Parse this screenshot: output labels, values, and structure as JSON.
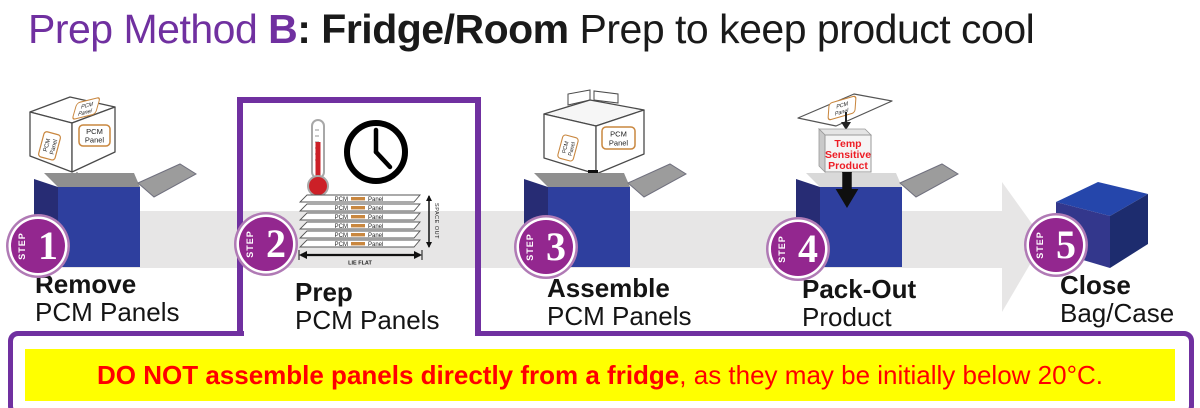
{
  "title": {
    "prefix": "Prep Method ",
    "emphasis": "B",
    "colon": ": ",
    "method": "Fridge/Room",
    "suffix": " Prep to keep product cool"
  },
  "steps": [
    {
      "badge": "STEP",
      "number": "1",
      "action": "Remove",
      "target": "PCM Panels"
    },
    {
      "badge": "STEP",
      "number": "2",
      "action": "Prep",
      "target": "PCM Panels"
    },
    {
      "badge": "STEP",
      "number": "3",
      "action": "Assemble",
      "target": "PCM Panels"
    },
    {
      "badge": "STEP",
      "number": "4",
      "action": "Pack-Out",
      "target": "Product"
    },
    {
      "badge": "STEP",
      "number": "5",
      "action": "Close",
      "target": "Bag/Case"
    }
  ],
  "icons": {
    "pcm_label_line1": "PCM",
    "pcm_label_line2": "Panel",
    "strip_left": "PCM",
    "strip_right": "Panel",
    "space_out": "SPACE OUT",
    "lie_flat": "LIE FLAT",
    "temp_line1": "Temp",
    "temp_line2": "Sensitive",
    "temp_line3": "Product"
  },
  "warning": {
    "bold": "DO NOT assemble panels directly from a fridge",
    "rest": ", as they may be initially below 20°C."
  },
  "colors": {
    "title_purple": "#7030a0",
    "frame_purple": "#7030a0",
    "step_badge": "#93278f",
    "box_blue": "#2e3f9e",
    "box_blue_dark": "#272c74",
    "lid_gray": "#9c9c9c",
    "band_gray": "#e7e6e6",
    "warning_bg": "#ffff00",
    "warning_red": "#ff0000",
    "chip_orange": "#c9873f"
  }
}
